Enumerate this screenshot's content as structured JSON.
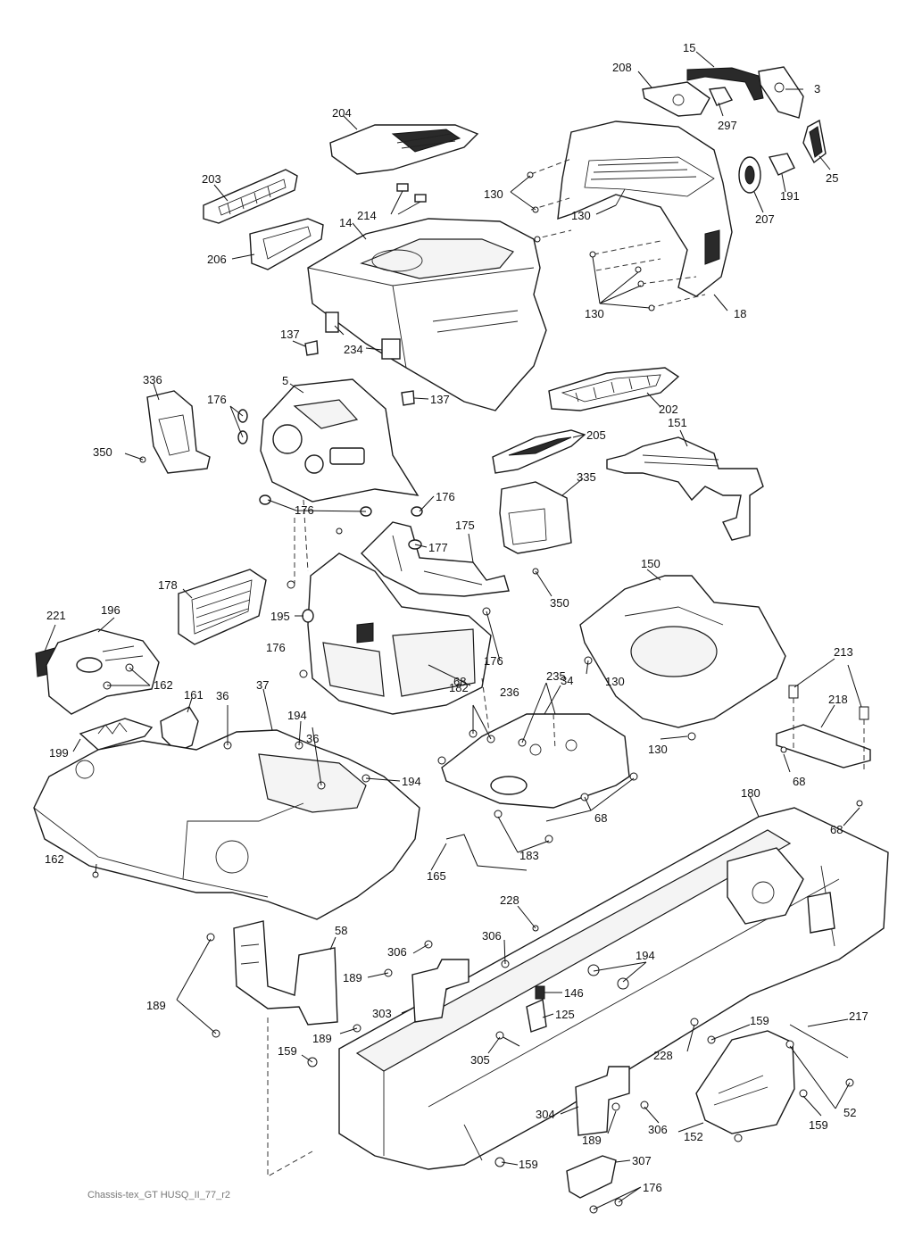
{
  "diagram": {
    "caption": "Chassis-tex_GT HUSQ_II_77_r2",
    "callouts": {
      "c15": "15",
      "c208": "208",
      "c3": "3",
      "c297": "297",
      "c204": "204",
      "c25": "25",
      "c191": "191",
      "c207": "207",
      "c203": "203",
      "c214": "214",
      "c130a": "130",
      "c130b": "130",
      "c130c": "130",
      "c130d": "130",
      "c130e": "130",
      "c14": "14",
      "c206": "206",
      "c18": "18",
      "c137a": "137",
      "c137b": "137",
      "c234": "234",
      "c336": "336",
      "c5": "5",
      "c202": "202",
      "c176a": "176",
      "c176b": "176",
      "c176c": "176",
      "c176d": "176",
      "c176e": "176",
      "c176f": "176",
      "c205": "205",
      "c151": "151",
      "c350a": "350",
      "c350b": "350",
      "c335": "335",
      "c175": "175",
      "c177": "177",
      "c150": "150",
      "c178": "178",
      "c221": "221",
      "c196": "196",
      "c195": "195",
      "c162a": "162",
      "c162b": "162",
      "c213": "213",
      "c182": "182",
      "c235": "235",
      "c68a": "68",
      "c68b": "68",
      "c68c": "68",
      "c68d": "68",
      "c34": "34",
      "c236": "236",
      "c161": "161",
      "c36a": "36",
      "c36b": "36",
      "c37": "37",
      "c194a": "194",
      "c194b": "194",
      "c194c": "194",
      "c218": "218",
      "c199": "199",
      "c180": "180",
      "c183": "183",
      "c165": "165",
      "c228a": "228",
      "c228b": "228",
      "c58": "58",
      "c306a": "306",
      "c306b": "306",
      "c306c": "306",
      "c189a": "189",
      "c189b": "189",
      "c189c": "189",
      "c189d": "189",
      "c146": "146",
      "c303": "303",
      "c125": "125",
      "c159a": "159",
      "c159b": "159",
      "c159c": "159",
      "c159d": "159",
      "c217": "217",
      "c305": "305",
      "c304": "304",
      "c152": "152",
      "c52": "52",
      "c307": "307"
    }
  }
}
